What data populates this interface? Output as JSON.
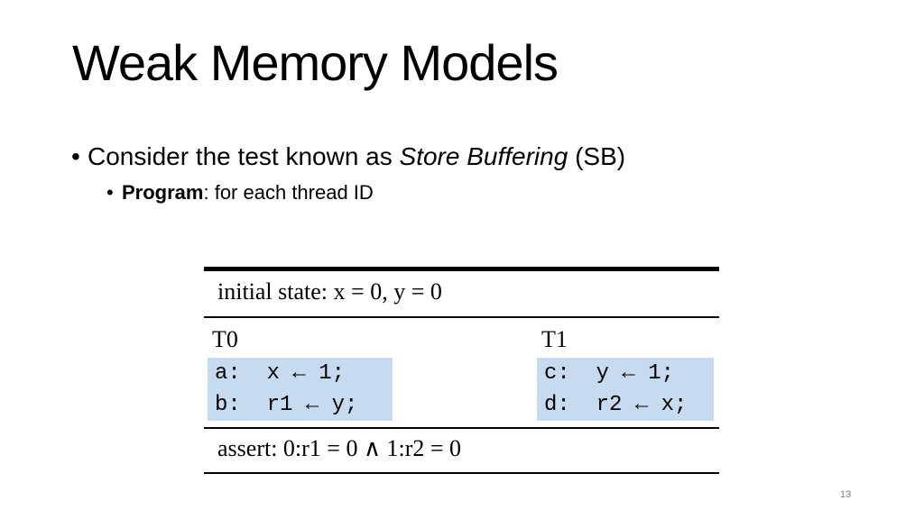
{
  "slide": {
    "title": "Weak Memory Models",
    "bullet1_prefix": "Consider the test known as ",
    "bullet1_emph": "Store Buffering",
    "bullet1_suffix": " (SB)",
    "bullet2_bold": "Program",
    "bullet2_rest": ": for each thread ID",
    "page_number": "13"
  },
  "litmus": {
    "initial_state": "initial state:  x = 0,  y = 0",
    "threads": [
      {
        "label": "T0",
        "lines": [
          "a:  x ← 1;",
          "b:  r1 ← y;"
        ]
      },
      {
        "label": "T1",
        "lines": [
          "c:  y ← 1;",
          "d:  r2 ← x;"
        ]
      }
    ],
    "assert": "assert:  0:r1 = 0 ∧ 1:r2 = 0",
    "code_bg": "#c6dbf0"
  }
}
